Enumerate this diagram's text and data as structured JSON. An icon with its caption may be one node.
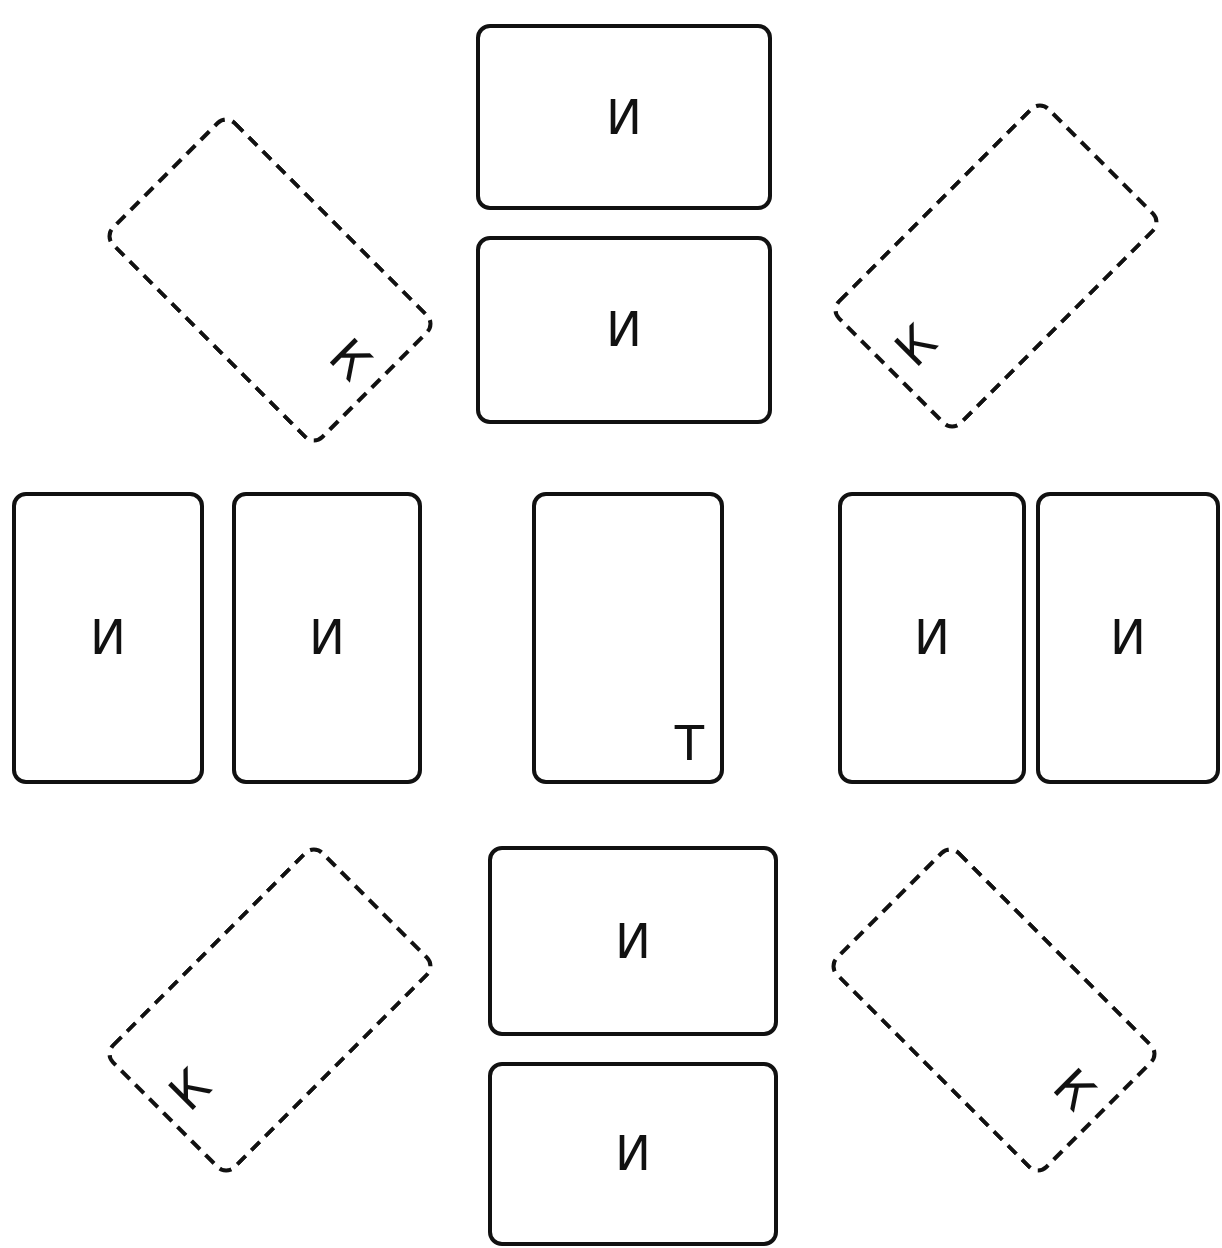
{
  "diagram": {
    "nodes": [
      {
        "text": [
          "И"
        ]
      },
      {
        "text": [
          "К"
        ]
      },
      {
        "text": [
          "И"
        ]
      },
      {
        "text": [
          "К"
        ]
      },
      {
        "text": [
          "И"
        ]
      },
      {
        "text": [
          "И"
        ]
      },
      {
        "text": [
          "Т"
        ]
      },
      {
        "text": [
          "И"
        ]
      },
      {
        "text": [
          "И"
        ]
      },
      {
        "text": [
          "К"
        ]
      },
      {
        "text": [
          "И"
        ]
      },
      {
        "text": [
          "К"
        ]
      },
      {
        "text": [
          "И"
        ]
      }
    ]
  }
}
